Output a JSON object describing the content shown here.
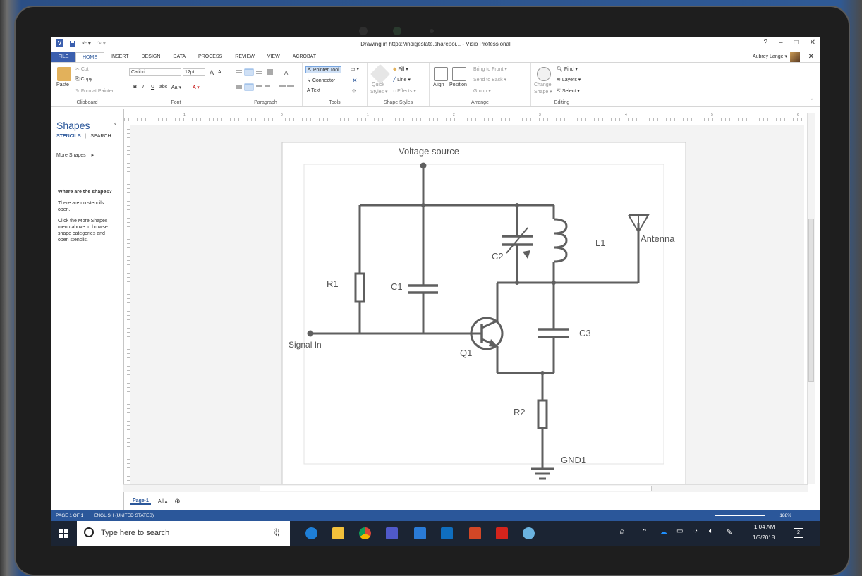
{
  "window": {
    "title": "Drawing in https://indigeslate.sharepoi... - Visio Professional",
    "logo": "V"
  },
  "title_buttons": {
    "help": "?",
    "minimize": "–",
    "restore": "□",
    "close": "✕"
  },
  "tabs": [
    {
      "label": "FILE",
      "active": false
    },
    {
      "label": "HOME",
      "active": true
    },
    {
      "label": "INSERT",
      "active": false
    },
    {
      "label": "DESIGN",
      "active": false
    },
    {
      "label": "DATA",
      "active": false
    },
    {
      "label": "PROCESS",
      "active": false
    },
    {
      "label": "REVIEW",
      "active": false
    },
    {
      "label": "VIEW",
      "active": false
    },
    {
      "label": "ACROBAT",
      "active": false
    }
  ],
  "user": {
    "name": "Aubrey Lange ▾",
    "close": "✕"
  },
  "ribbon": {
    "clipboard": {
      "paste": "Paste",
      "cut": "Cut",
      "copy": "Copy",
      "format_painter": "Format Painter",
      "label": "Clipboard"
    },
    "font": {
      "family": "Calibri",
      "size": "12pt.",
      "bold": "B",
      "italic": "I",
      "underline": "U",
      "strike": "abc",
      "case": "Aa ▾",
      "color": "A ▾",
      "grow": "A",
      "shrink": "A",
      "label": "Font"
    },
    "paragraph": {
      "label": "Paragraph"
    },
    "tools": {
      "pointer": "Pointer Tool",
      "connector": "Connector",
      "text": "Text",
      "label": "Tools"
    },
    "shape_styles": {
      "quick": "Quick",
      "styles": "Styles ▾",
      "fill": "Fill ▾",
      "line": "Line ▾",
      "effects": "Effects ▾",
      "label": "Shape Styles"
    },
    "arrange": {
      "align": "Align",
      "position": "Position",
      "bring": "Bring to Front ▾",
      "send": "Send to Back ▾",
      "group": "Group ▾",
      "label": "Arrange"
    },
    "editing": {
      "change": "Change",
      "shape": "Shape ▾",
      "find": "Find ▾",
      "layers": "Layers ▾",
      "select": "Select ▾",
      "label": "Editing"
    }
  },
  "shapes_pane": {
    "title": "Shapes",
    "collapse": "‹",
    "tab_stencils": "STENCILS",
    "separator": "|",
    "tab_search": "SEARCH",
    "more_shapes": "More Shapes",
    "more_arrow": "▸",
    "help_title": "Where are the shapes?",
    "help_line1": "There are no stencils open.",
    "help_line2": "Click the More Shapes menu above to browse shape categories and open stencils."
  },
  "diagram": {
    "voltage": "Voltage source",
    "r1": "R1",
    "c1": "C1",
    "c2": "C2",
    "l1": "L1",
    "antenna": "Antenna",
    "c3": "C3",
    "q1": "Q1",
    "signal_in": "Signal In",
    "r2": "R2",
    "gnd": "GND1"
  },
  "ruler": {
    "marks": [
      "1",
      "0",
      "1",
      "2",
      "3",
      "4",
      "5",
      "6"
    ]
  },
  "page_tabs": {
    "page1": "Page-1",
    "all": "All ▴",
    "add": "⊕"
  },
  "status": {
    "page": "PAGE 1 OF 1",
    "language": "ENGLISH (UNITED STATES)",
    "zoom": "188%"
  },
  "taskbar": {
    "search_placeholder": "Type here to search",
    "time": "1:04 AM",
    "date": "1/5/2018",
    "notifications": "2"
  },
  "colors": {
    "accent": "#2b579a",
    "circuit": "#5f5f5f",
    "taskbar": "#1b2433"
  }
}
